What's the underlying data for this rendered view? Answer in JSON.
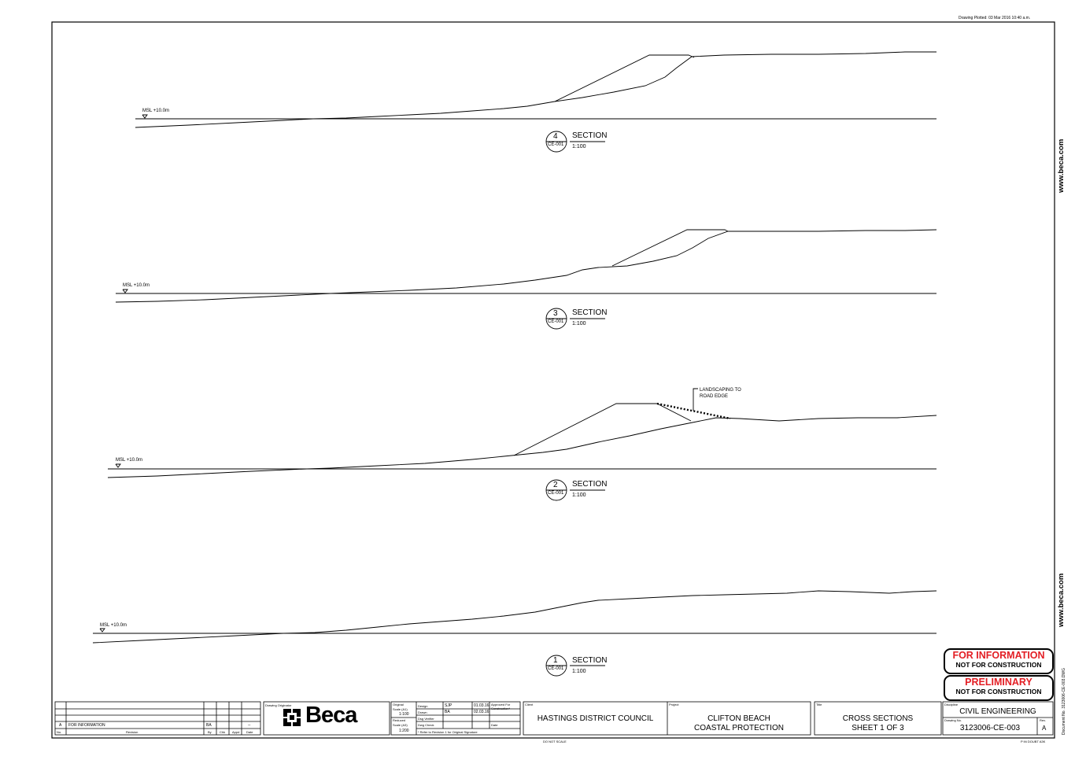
{
  "plotted": "Drawing Plotted:   03 Mar 2016  10:40 a.m.",
  "website": "www.beca.com",
  "document_no": "Document No.   3123006-CE-003.DWG",
  "do_not_scale": "DO NOT SCALE",
  "plot_config": "P:\\N DOUBT A3K",
  "annotation": {
    "line1": "LANDSCAPING TO",
    "line2": "ROAD EDGE"
  },
  "sections": [
    {
      "number": "4",
      "ref": "CE-001",
      "title": "SECTION",
      "scale": "1:100",
      "msl": "MSL +10.0m"
    },
    {
      "number": "3",
      "ref": "CE-001",
      "title": "SECTION",
      "scale": "1:100",
      "msl": "MSL +10.0m"
    },
    {
      "number": "2",
      "ref": "CE-001",
      "title": "SECTION",
      "scale": "1:100",
      "msl": "MSL +10.0m"
    },
    {
      "number": "1",
      "ref": "CE-001",
      "title": "SECTION",
      "scale": "1:100",
      "msl": "MSL +10.0m"
    }
  ],
  "stamps": [
    {
      "line1": "FOR INFORMATION",
      "line2": "NOT FOR CONSTRUCTION"
    },
    {
      "line1": "PRELIMINARY",
      "line2": "NOT FOR CONSTRUCTION"
    }
  ],
  "revision_table": {
    "row": {
      "rev": "A",
      "description": "FOR INFORMATION",
      "by": "BA",
      "date": "--"
    },
    "headers": {
      "no": "No.",
      "revision": "Revision",
      "by": "By",
      "chk": "Chk",
      "appd": "Appd",
      "date": "Date"
    }
  },
  "title_block": {
    "originator_label": "Drawing Originator",
    "logo": "Beca",
    "original_scale_label": "Original",
    "original_scale_sub": "Scale (A1)",
    "original_scale": "1:100",
    "reduced_scale_label": "Reduced",
    "reduced_scale_sub": "Scale (A3)",
    "reduced_scale": "1:200",
    "design_label": "Design",
    "design_by": "SJP",
    "design_date": "01.03.16",
    "drawn_label": "Drawn",
    "drawn_by": "BA",
    "drawn_date": "02.03.16",
    "dsg_verifier_label": "Dsg Verifier",
    "dwg_check_label": "Dwg Check",
    "approved_label": "Approved For",
    "approved_label2": "Construction*",
    "date_label": "Date",
    "revision_note": "* Refer to Revision 1 for Original Signature",
    "client_label": "Client",
    "client": "HASTINGS DISTRICT COUNCIL",
    "project_label": "Project",
    "project_line1": "CLIFTON BEACH",
    "project_line2": "COASTAL PROTECTION",
    "title_label": "Title",
    "title_line1": "CROSS SECTIONS",
    "title_line2": "SHEET 1 OF 3",
    "discipline_label": "Discipline",
    "discipline": "CIVIL ENGINEERING",
    "drawing_no_label": "Drawing No.",
    "drawing_no": "3123006-CE-003",
    "rev_label": "Rev.",
    "rev": "A"
  }
}
